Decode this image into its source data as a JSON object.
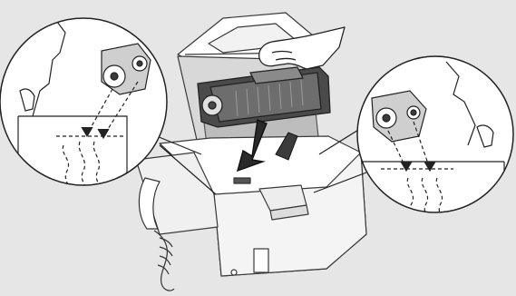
{
  "figure": {
    "background": "#e6e6e6",
    "line_color": "#1a1a1a",
    "fill_white": "#ffffff",
    "fill_light": "#d8d8d8",
    "fill_mid": "#a6a6a6",
    "fill_dark": "#3a3a3a"
  },
  "scene": {
    "subject": "toner-cartridge-installation",
    "components": [
      "printer-body",
      "scanner-lid",
      "handset-phone",
      "toner-cartridge",
      "insert-arrow",
      "hand",
      "left-detail-callout",
      "right-detail-callout"
    ]
  }
}
